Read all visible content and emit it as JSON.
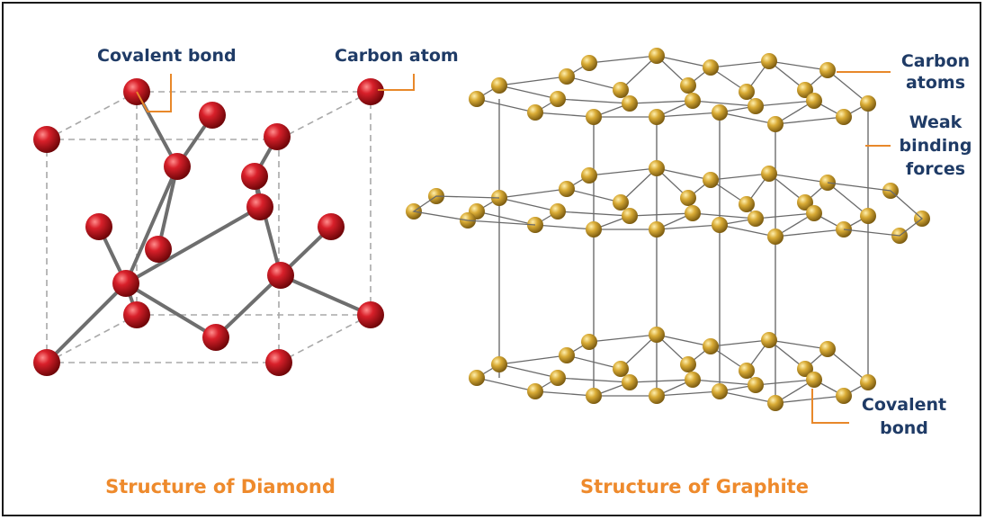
{
  "diamond": {
    "caption": "Structure of Diamond",
    "labels": {
      "covalent_bond": "Covalent bond",
      "carbon_atom": "Carbon atom"
    }
  },
  "graphite": {
    "caption": "Structure of Graphite",
    "labels": {
      "carbon_atoms_line1": "Carbon",
      "carbon_atoms_line2": "atoms",
      "weak_forces_line1": "Weak",
      "weak_forces_line2": "binding",
      "weak_forces_line3": "forces",
      "covalent_bond_line1": "Covalent",
      "covalent_bond_line2": "bond"
    }
  },
  "colors": {
    "label_text": "#1f3b66",
    "caption_text": "#ee8a2c",
    "leader_line": "#e8882a",
    "diamond_atom": "#c8141e",
    "graphite_atom": "#d4a531",
    "bond": "#6e6e6e",
    "cube_edge": "#a8a8a8"
  }
}
